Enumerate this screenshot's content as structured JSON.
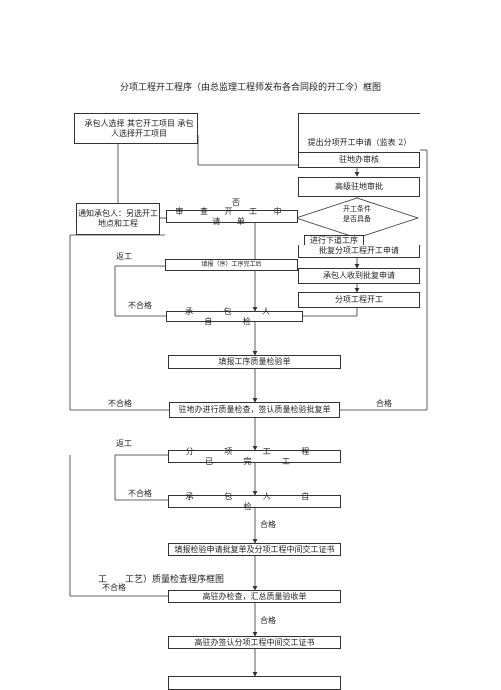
{
  "title": "分项工程开工程序（由总监理工程师发布各合同段的开工令）框图",
  "boxes": {
    "contractor_choose": "承包人选择 其它开工项目 承包人选择开工项目",
    "submit_application": "提出分项开工申请（监表 2）",
    "resident_review": "驻地办审核",
    "senior_review": "高级驻地审批",
    "notify_contractor": "通知承包人：另选开工地点和工程",
    "review_application": "审 查 开 工 申 请 单",
    "condition_check": "开工条件是否具备",
    "proceed_next": "进行下道工序",
    "approve_application": "批复分项工程开工申请",
    "process_report": "填报（序）工序完工后",
    "receive_approval": "承包人收到批复申请",
    "start_work": "分项工程开工",
    "self_check_1": "承 包 人 自 检",
    "fill_inspection_form": "填报工序质量检验单",
    "resident_quality_check": "驻地办进行质量检查，签认质量检验批复单",
    "completed": "分 项 工 程 已 完 工",
    "self_check_2": "承 包 人 自 检",
    "fill_handover": "填报检验申请批复单及分项工程中间交工证书",
    "senior_check": "高驻办检查，汇总质量验收单",
    "senior_sign": "高驻办签认分项工程中间交工证书"
  },
  "labels": {
    "no": "否",
    "rework_1": "返工",
    "unqualified_1": "不合格",
    "unqualified_2": "不合格",
    "qualified_1": "合格",
    "rework_2": "返工",
    "unqualified_3": "不合格",
    "qualified_2": "合格",
    "subtitle": "工　　工艺）质量检查程序框图",
    "unqualified_4": "不合格",
    "qualified_3": "合格"
  }
}
